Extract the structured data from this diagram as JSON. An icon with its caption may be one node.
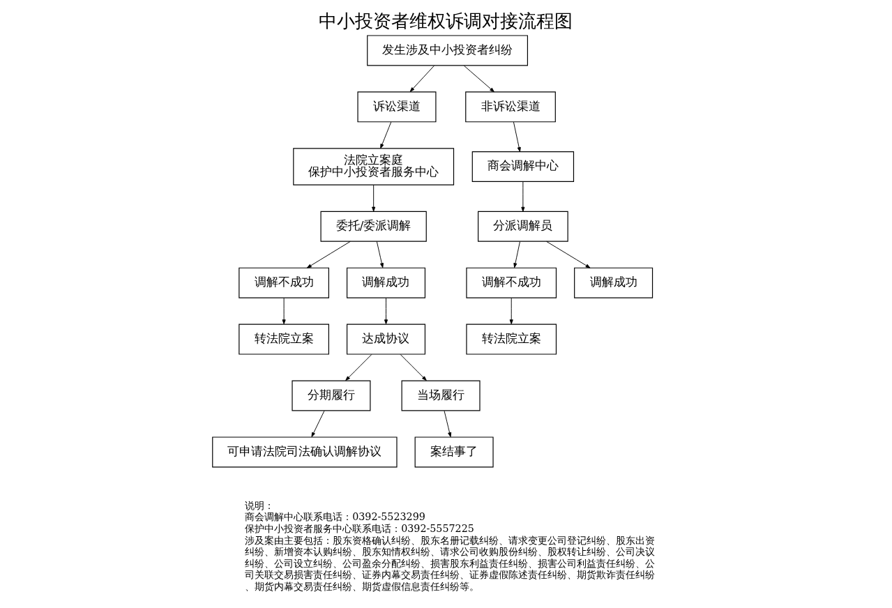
{
  "diagram": {
    "title": "中小投资者维权诉调对接流程图",
    "nodes": [
      {
        "text": [
          "发生涉及中小投资者纠纷"
        ]
      },
      {
        "text": [
          "诉讼渠道"
        ]
      },
      {
        "text": [
          "非诉讼渠道"
        ]
      },
      {
        "text": [
          "法院立案庭",
          "保护中小投资者服务中心"
        ]
      },
      {
        "text": [
          "商会调解中心"
        ]
      },
      {
        "text": [
          "委托/委派调解"
        ]
      },
      {
        "text": [
          "分派调解员"
        ]
      },
      {
        "text": [
          "调解不成功"
        ]
      },
      {
        "text": [
          "调解成功"
        ]
      },
      {
        "text": [
          "调解不成功"
        ]
      },
      {
        "text": [
          "调解成功"
        ]
      },
      {
        "text": [
          "转法院立案"
        ]
      },
      {
        "text": [
          "达成协议"
        ]
      },
      {
        "text": [
          "转法院立案"
        ]
      },
      {
        "text": [
          "分期履行"
        ]
      },
      {
        "text": [
          "当场履行"
        ]
      },
      {
        "text": [
          "可申请法院司法确认调解协议"
        ]
      },
      {
        "text": [
          "案结事了"
        ]
      }
    ],
    "edges": [
      {
        "from": 0,
        "to": 1,
        "arrow": "to"
      },
      {
        "from": 0,
        "to": 2,
        "arrow": "to"
      },
      {
        "from": 1,
        "to": 3,
        "arrow": "to"
      },
      {
        "from": 2,
        "to": 4,
        "arrow": "to"
      },
      {
        "from": 3,
        "to": 5,
        "arrow": "to"
      },
      {
        "from": 4,
        "to": 6,
        "arrow": "to"
      },
      {
        "from": 5,
        "to": 7,
        "arrow": "to"
      },
      {
        "from": 5,
        "to": 8,
        "arrow": "to"
      },
      {
        "from": 6,
        "to": 9,
        "arrow": "to"
      },
      {
        "from": 6,
        "to": 10,
        "arrow": "to"
      },
      {
        "from": 7,
        "to": 11,
        "arrow": "to"
      },
      {
        "from": 8,
        "to": 12,
        "arrow": "to"
      },
      {
        "from": 9,
        "to": 13,
        "arrow": "to"
      },
      {
        "from": 12,
        "to": 14,
        "arrow": "to"
      },
      {
        "from": 12,
        "to": 15,
        "arrow": "to"
      },
      {
        "from": 14,
        "to": 16,
        "arrow": "to"
      },
      {
        "from": 15,
        "to": 17,
        "arrow": "to"
      }
    ],
    "labels": [
      "说明：",
      "商会调解中心联系电话：0392-5523299",
      "保护中小投资者服务中心联系电话：0392-5557225",
      "涉及案由主要包括：股东资格确认纠纷、股东名册记载纠纷、请求变更公司登记纠纷、股东出资纠纷、新增资本认购纠纷、股东知情权纠纷、请求公司收购股份纠纷、股权转让纠纷、公司决议纠纷、公司设立纠纷、公司盈余分配纠纷、损害股东利益责任纠纷、损害公司利益责任纠纷、公司关联交易损害责任纠纷、证券内幕交易责任纠纷、证券虚假陈述责任纠纷、期货欺诈责任纠纷、期货内幕交易责任纠纷、期货虚假信息责任纠纷等。"
    ]
  }
}
